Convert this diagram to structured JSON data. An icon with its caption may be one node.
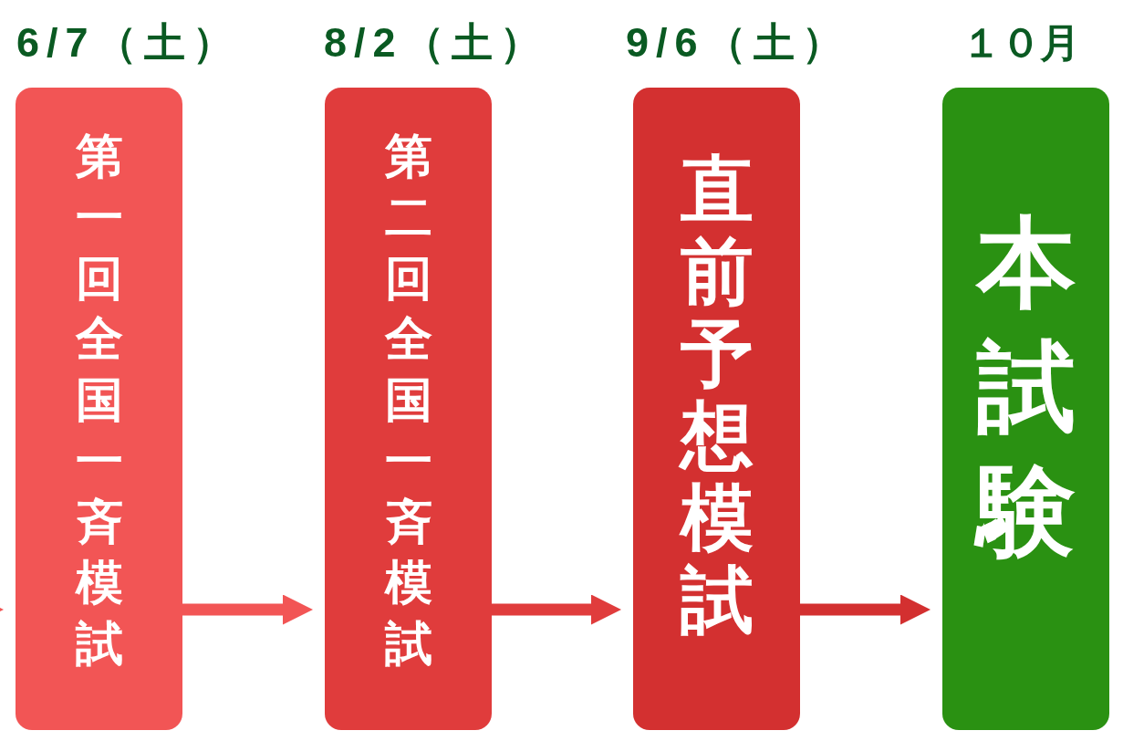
{
  "diagram": {
    "nodes": [
      {
        "text": [
          "6/7（土）",
          "第一回全国一斉模試"
        ]
      },
      {
        "text": [
          "8/2（土）",
          "第二回全国一斉模試"
        ]
      },
      {
        "text": [
          "9/6（土）",
          "直前予想模試"
        ]
      },
      {
        "text": [
          "１０月",
          "本試験"
        ]
      }
    ],
    "edges": [
      {
        "from": null,
        "to": 0,
        "arrow": "to",
        "color": "#f25555"
      },
      {
        "from": 0,
        "to": 1,
        "arrow": "to",
        "color": "#f25555"
      },
      {
        "from": 1,
        "to": 2,
        "arrow": "to",
        "color": "#e03c3c"
      },
      {
        "from": 2,
        "to": 3,
        "arrow": "to",
        "color": "#d33030"
      }
    ]
  }
}
